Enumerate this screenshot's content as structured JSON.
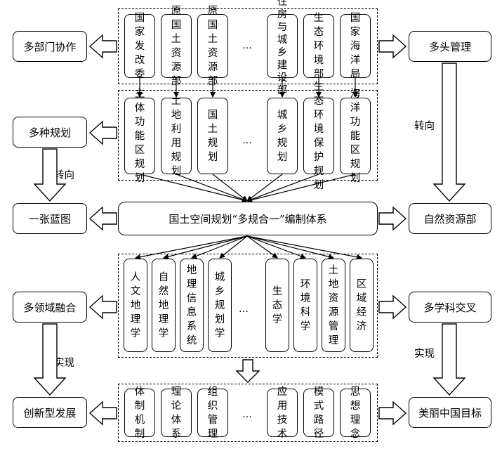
{
  "departments": [
    "国家发改委",
    "原国土资源部",
    "原国土资源部",
    "住房与城乡建设部",
    "生态环境部",
    "国家海洋局"
  ],
  "plans": [
    "主体功能区规划",
    "土地利用规划",
    "国土规划",
    "城乡规划",
    "生态环境保护规划",
    "海洋功能区规划"
  ],
  "center": "国土空间规划“多规合一”编制体系",
  "disciplines": [
    "人文地理学",
    "自然地理学",
    "地理信息系统",
    "城乡规划学",
    "生态学",
    "环境科学",
    "土地资源管理",
    "区域经济"
  ],
  "innovations": [
    "体制机制",
    "理论体系",
    "组织管理",
    "应用技术",
    "模式路径",
    "思想理念"
  ],
  "ellipsis": "…",
  "left": {
    "multi_dept": "多部门协作",
    "multi_plan": "多种规划",
    "blueprint": "一张蓝图",
    "multi_domain": "多领域融合",
    "innovation": "创新型发展"
  },
  "right": {
    "multi_manage": "多头管理",
    "ministry": "自然资源部",
    "interdiscipline": "多学科交叉",
    "goal": "美丽中国目标"
  },
  "arrow_labels": {
    "turn_left": "转向",
    "turn_right": "转向",
    "realize_left": "实现",
    "realize_right": "实现"
  }
}
